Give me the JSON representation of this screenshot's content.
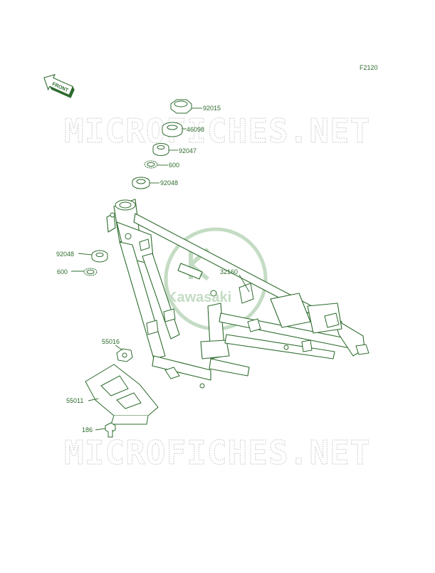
{
  "figure_code": "F2120",
  "front_badge": "FRONT",
  "watermark_text": "MICROFICHES.NET",
  "logo_text": "Kawasaki",
  "colors": {
    "line": "#2e6b2e",
    "watermark": "#cfcfcf",
    "logo": "#c4dcc4"
  },
  "parts": [
    {
      "number": "92015"
    },
    {
      "number": "46098"
    },
    {
      "number": "92047"
    },
    {
      "number": "600"
    },
    {
      "number": "92048"
    },
    {
      "number": "92048"
    },
    {
      "number": "600"
    },
    {
      "number": "32160"
    },
    {
      "number": "55016"
    },
    {
      "number": "55011"
    },
    {
      "number": "186"
    }
  ]
}
